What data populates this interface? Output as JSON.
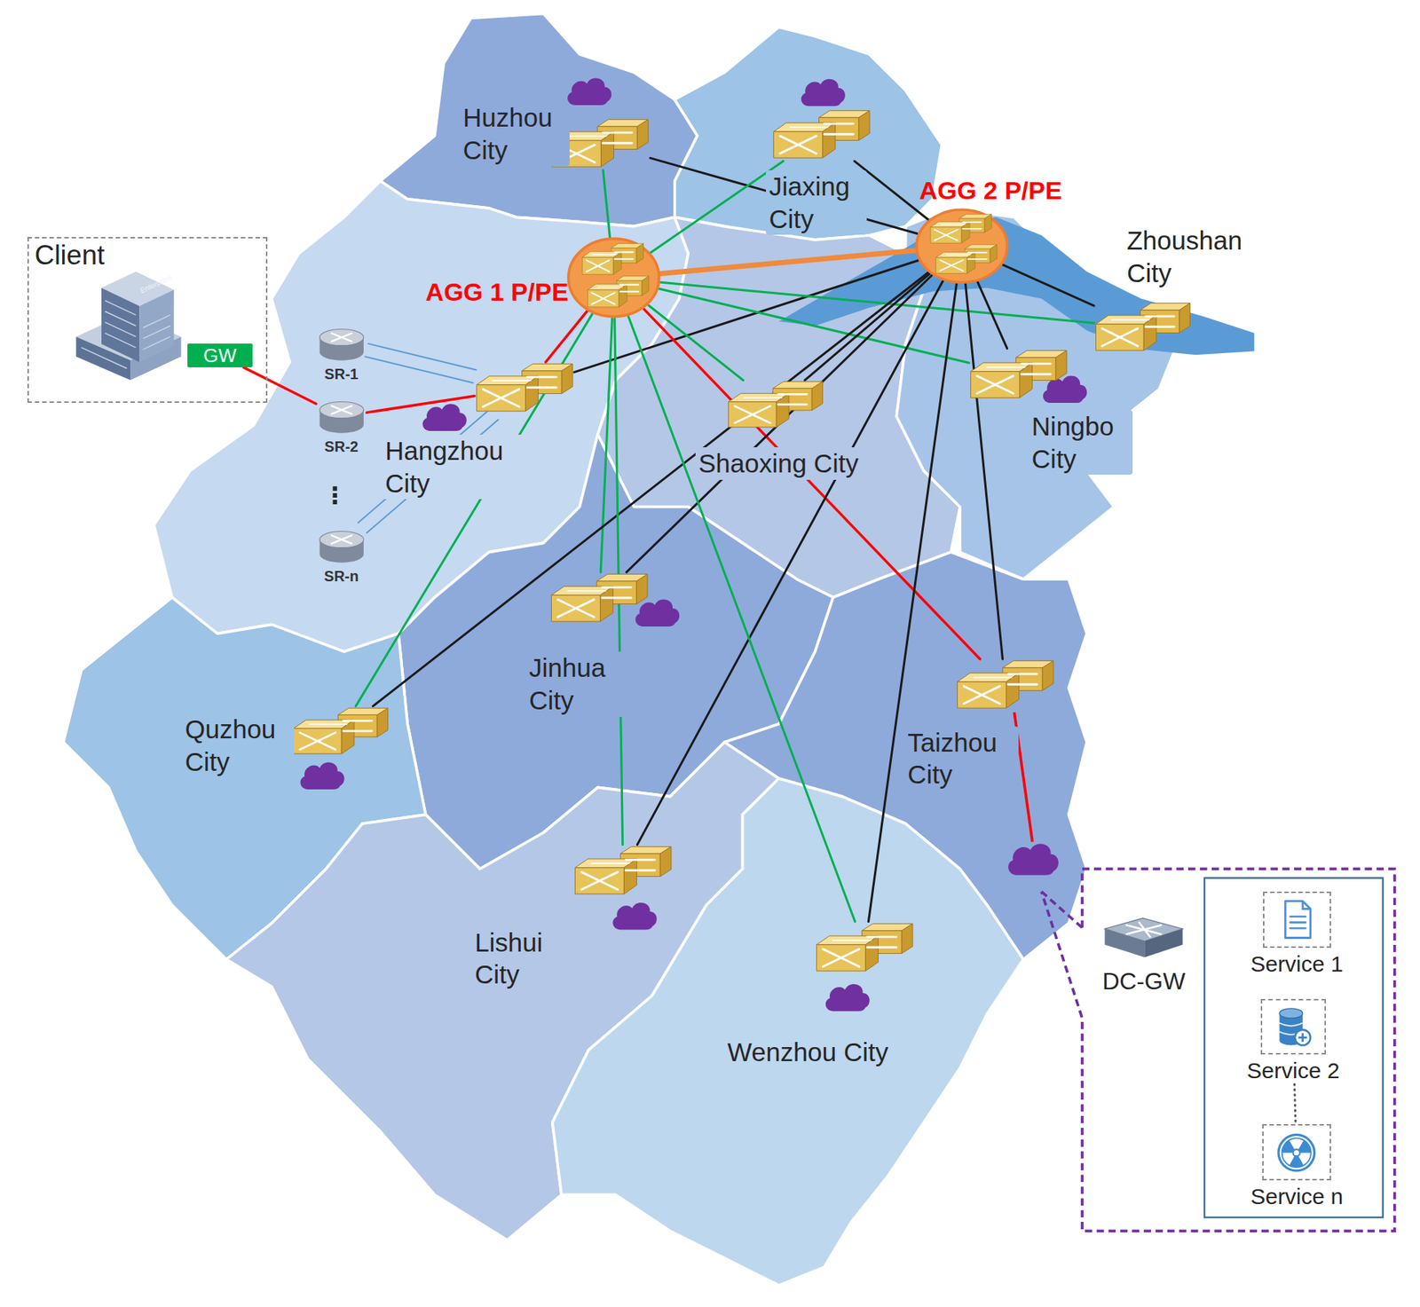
{
  "diagram": {
    "nodes": [
      {
        "text": [
          "Client"
        ]
      },
      {
        "text": [
          "GW"
        ],
        "in": 0
      },
      {
        "text": [
          "SR-1"
        ]
      },
      {
        "text": [
          "SR-2"
        ]
      },
      {
        "text": [
          "SR-n"
        ]
      },
      {
        "text": [
          "Huzhou City"
        ]
      },
      {
        "text": [
          "Jiaxing City"
        ]
      },
      {
        "text": [
          "AGG 2 P/PE"
        ]
      },
      {
        "text": [
          "Zhoushan City"
        ]
      },
      {
        "text": [
          "AGG 1 P/PE"
        ]
      },
      {
        "text": [
          "Hangzhou City"
        ]
      },
      {
        "text": [
          "Shaoxing City"
        ]
      },
      {
        "text": [
          "Ningbo City"
        ]
      },
      {
        "text": [
          "Jinhua City"
        ]
      },
      {
        "text": [
          "Quzhou City"
        ]
      },
      {
        "text": [
          "Taizhou City"
        ]
      },
      {
        "text": [
          "Lishui City"
        ]
      },
      {
        "text": [
          "Wenzhou City"
        ]
      },
      {
        "text": [
          "DC-GW"
        ]
      },
      {
        "text": [
          "Service 1"
        ]
      },
      {
        "text": [
          "Service 2"
        ]
      },
      {
        "text": [
          "Service n"
        ]
      }
    ],
    "edges": [
      {
        "from": 1,
        "to": 3,
        "arrow": "none"
      },
      {
        "from": 3,
        "to": 10,
        "arrow": "none"
      },
      {
        "from": 2,
        "to": 10,
        "arrow": "none"
      },
      {
        "from": 2,
        "to": 10,
        "arrow": "none"
      },
      {
        "from": 4,
        "to": 10,
        "arrow": "none"
      },
      {
        "from": 4,
        "to": 10,
        "arrow": "none"
      },
      {
        "from": 10,
        "to": 9,
        "arrow": "none"
      },
      {
        "from": 10,
        "to": 7,
        "arrow": "none"
      },
      {
        "from": 9,
        "to": 7,
        "arrow": "none"
      },
      {
        "from": 5,
        "to": 9,
        "arrow": "none"
      },
      {
        "from": 5,
        "to": 7,
        "arrow": "none"
      },
      {
        "from": 6,
        "to": 9,
        "arrow": "none"
      },
      {
        "from": 6,
        "to": 7,
        "arrow": "none"
      },
      {
        "from": 8,
        "to": 9,
        "arrow": "none"
      },
      {
        "from": 8,
        "to": 7,
        "arrow": "none"
      },
      {
        "from": 12,
        "to": 9,
        "arrow": "none"
      },
      {
        "from": 12,
        "to": 7,
        "arrow": "none"
      },
      {
        "from": 11,
        "to": 9,
        "arrow": "none"
      },
      {
        "from": 11,
        "to": 7,
        "arrow": "none"
      },
      {
        "from": 9,
        "to": 15,
        "arrow": "none"
      },
      {
        "from": 15,
        "to": 7,
        "arrow": "none"
      },
      {
        "from": 13,
        "to": 9,
        "arrow": "none"
      },
      {
        "from": 13,
        "to": 7,
        "arrow": "none"
      },
      {
        "from": 14,
        "to": 9,
        "arrow": "none"
      },
      {
        "from": 14,
        "to": 7,
        "arrow": "none"
      },
      {
        "from": 16,
        "to": 9,
        "arrow": "none"
      },
      {
        "from": 16,
        "to": 7,
        "arrow": "none"
      },
      {
        "from": 17,
        "to": 9,
        "arrow": "none"
      },
      {
        "from": 17,
        "to": 7,
        "arrow": "none"
      },
      {
        "from": 20,
        "to": 21,
        "arrow": "none"
      }
    ],
    "labels": [
      "Enterprise",
      "⋮"
    ]
  }
}
